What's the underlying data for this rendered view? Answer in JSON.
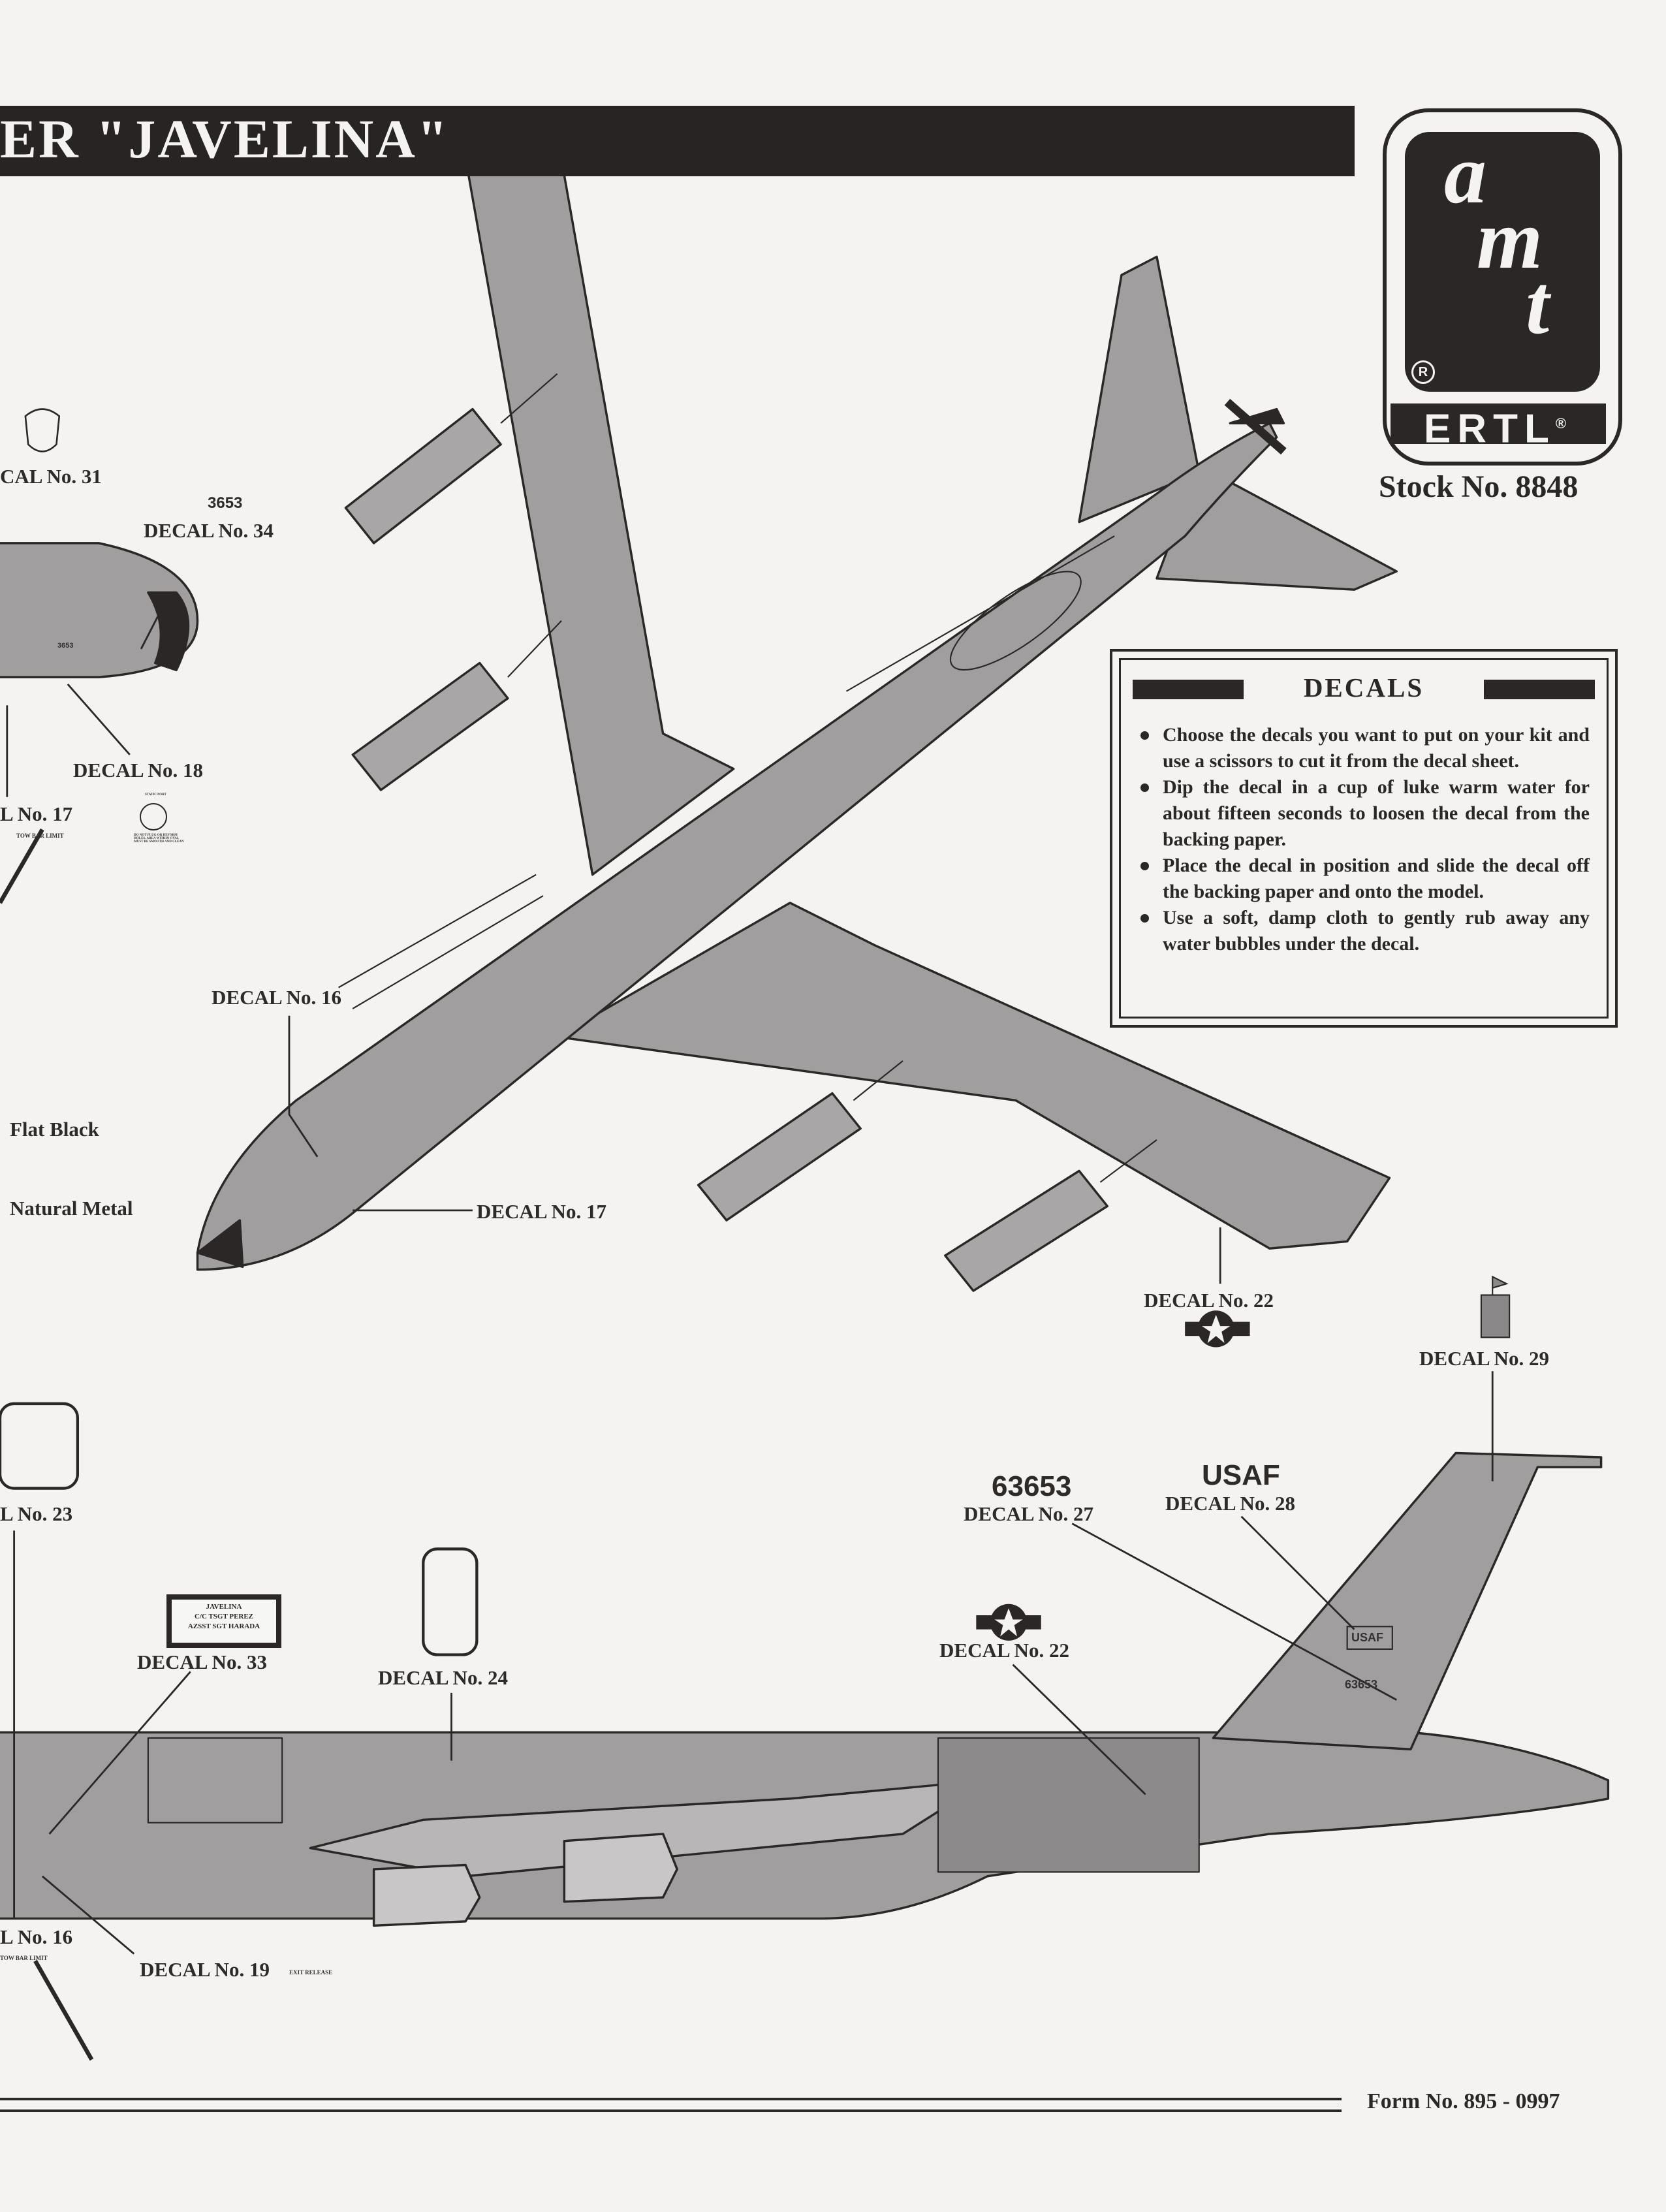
{
  "header": {
    "title": "ER \"JAVELINA\""
  },
  "logo": {
    "letters": [
      "a",
      "m",
      "t"
    ],
    "registered": "R",
    "brand": "ERTL",
    "brand_registered": "®"
  },
  "stock": "Stock No. 8848",
  "instructions": {
    "heading": "DECALS",
    "steps": [
      "Choose the decals you want to put on your kit and use a scissors to cut it from the decal sheet.",
      "Dip the decal in a cup of luke warm water for about fifteen seconds to loosen the decal from the backing paper.",
      "Place the decal in position and slide the decal off the backing paper and onto the model.",
      "Use a soft, damp cloth to gently rub away any water bubbles under the decal."
    ]
  },
  "labels": {
    "d31": "CAL No. 31",
    "num_3653": "3653",
    "d34": "DECAL No. 34",
    "nose_number": "3653",
    "d18": "DECAL No. 18",
    "d17_left": "L No. 17",
    "tow_bar_1": "TOW BAR LIMIT",
    "static_port": "STATIC PORT",
    "static_note": "DO NOT PLUG OR DEFORM HOLES. AREA WITHIN OVAL MUST BE SMOOTH AND CLEAN",
    "d16_top": "DECAL No. 16",
    "flat_black": "Flat Black",
    "natural_metal": "Natural Metal",
    "d17_top": "DECAL No. 17",
    "d22_top": "DECAL No. 22",
    "d29": "DECAL No. 29",
    "serial": "63653",
    "d27": "DECAL No. 27",
    "usaf": "USAF",
    "d28": "DECAL No. 28",
    "d23": "L No. 23",
    "plate_lines": [
      "JAVELINA",
      "C/C TSGT PEREZ",
      "AZSST SGT HARADA"
    ],
    "d33": "DECAL No. 33",
    "d24": "DECAL No. 24",
    "d22_side": "DECAL No. 22",
    "tail_usaf": "USAF",
    "tail_serial": "63653",
    "d16_side": "L No. 16",
    "tow_bar_2": "TOW BAR LIMIT",
    "d19": "DECAL No. 19",
    "exit_release": "EXIT RELEASE"
  },
  "footer": {
    "form_no": "Form No. 895 - 0997"
  },
  "colors": {
    "ink": "#2b2726",
    "paper": "#f4f3f1",
    "aircraft_gray": "#9c9a9a"
  }
}
